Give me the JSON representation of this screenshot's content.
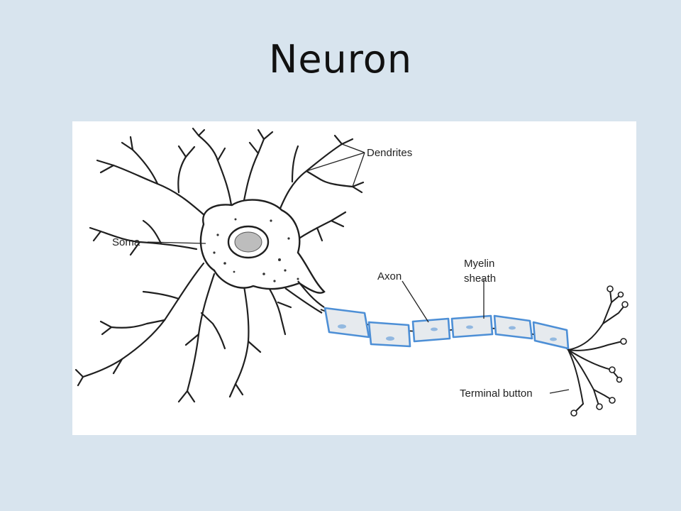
{
  "slide": {
    "title": "Neuron"
  },
  "labels": {
    "dendrites": "Dendrites",
    "soma": "Soma",
    "axon": "Axon",
    "myelin_line1": "Myelin",
    "myelin_line2": "sheath",
    "terminal_button": "Terminal button"
  },
  "colors": {
    "background": "#d8e4ee",
    "panel": "#ffffff",
    "ink": "#222222",
    "myelin_outline": "#4d8fd6",
    "myelin_fill": "#e6eaee"
  }
}
